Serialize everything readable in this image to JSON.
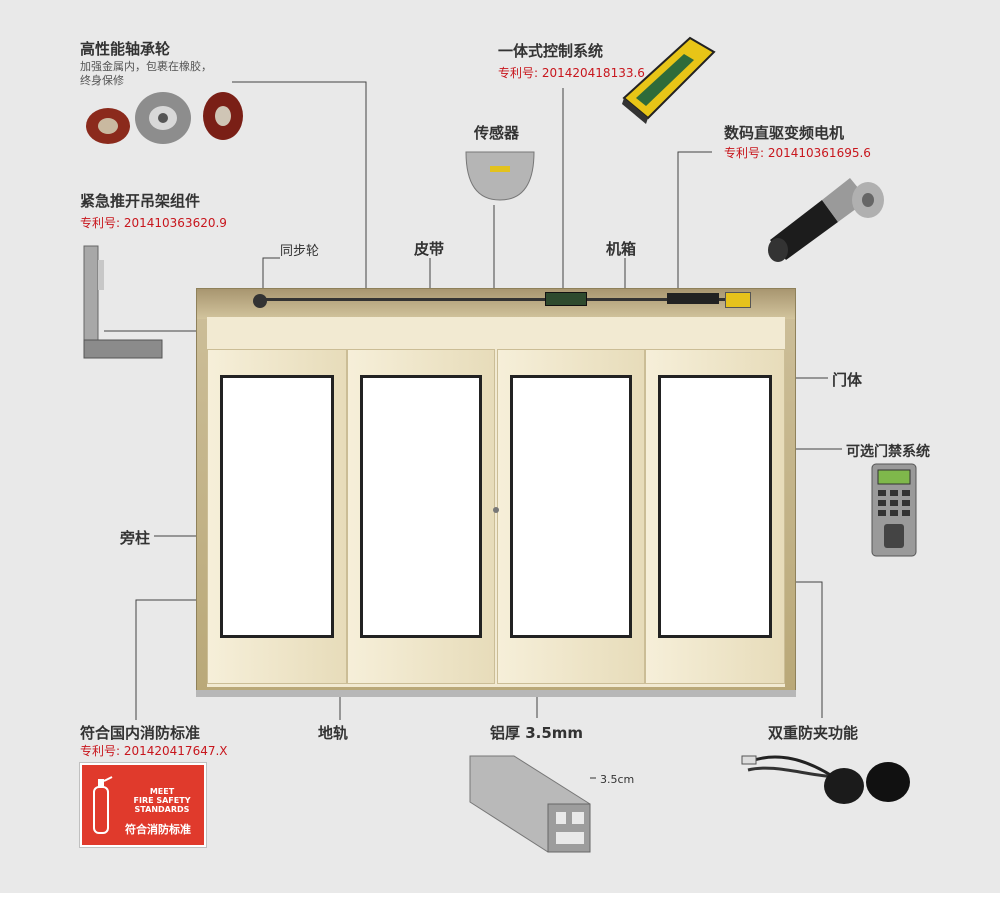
{
  "labels": {
    "bearing_title": "高性能轴承轮",
    "bearing_desc_1": "加强金属内，包裹在橡胶，",
    "bearing_desc_2": "终身保修",
    "controller_title": "一体式控制系统",
    "controller_patent": "专利号: 201420418133.6",
    "sensor": "传感器",
    "motor_title": "数码直驱变频电机",
    "motor_patent": "专利号: 201410361695.6",
    "hanger_title": "紧急推开吊架组件",
    "hanger_patent": "专利号: 201410363620.9",
    "sync_wheel": "同步轮",
    "belt": "皮带",
    "box": "机箱",
    "door_body": "门体",
    "access_control": "可选门禁系统",
    "side_post": "旁柱",
    "fire_title": "符合国内消防标准",
    "fire_patent": "专利号: 201420417647.X",
    "ground_rail": "地轨",
    "aluminum": "铝厚 3.5mm",
    "anti_pinch": "双重防夹功能",
    "profile_dim": "3.5cm"
  },
  "fire_sign": {
    "line1": "MEET",
    "line2": "FIRE SAFETY",
    "line3": "STANDARDS",
    "cn": "符合消防标准"
  },
  "colors": {
    "patent_red": "#c8161d",
    "sign_red": "#e03a2c",
    "door_gold": "#cdbf9a",
    "background": "#e9e9e9"
  }
}
